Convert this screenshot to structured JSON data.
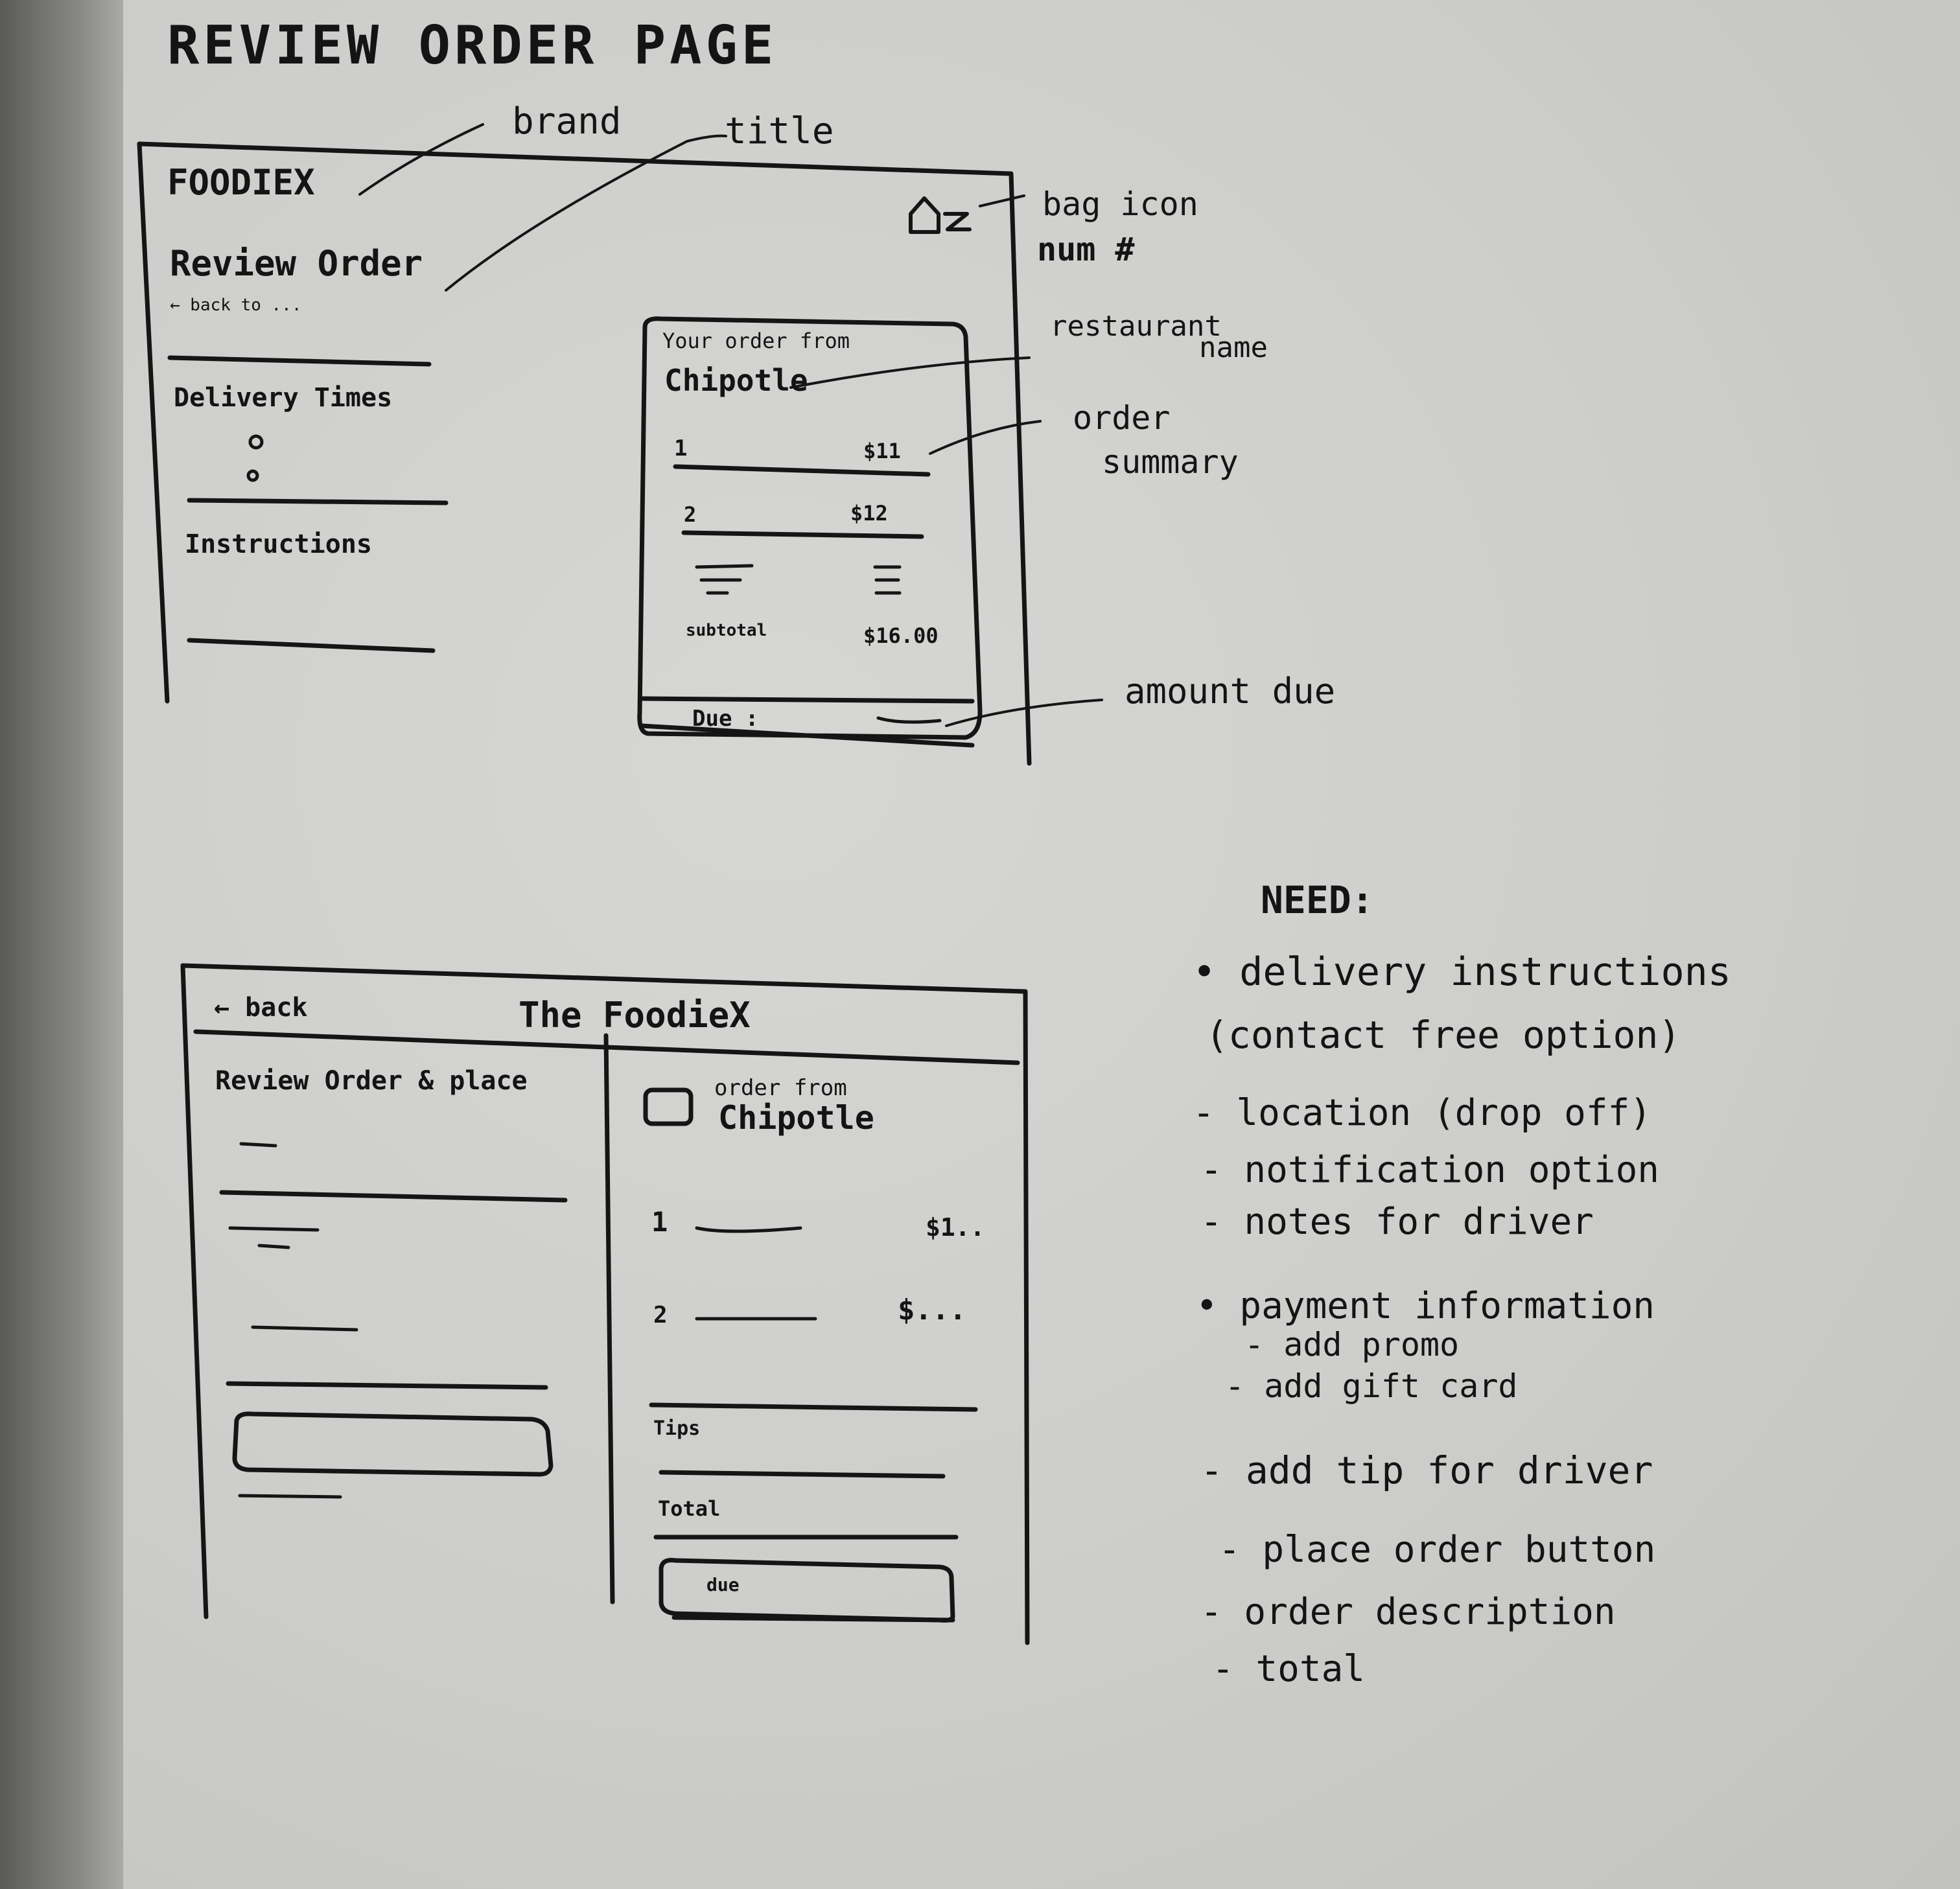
{
  "page_title": "REVIEW ORDER PAGE",
  "sketch1": {
    "brand": "FOODIEX",
    "title": "Review Order",
    "back_link": "← back to ...",
    "delivery_times": "Delivery Times",
    "instructions": "Instructions",
    "order_from": "Your order from",
    "restaurant": "Chipotle",
    "item1_qty": "1",
    "item1_price": "$11",
    "item2_qty": "2",
    "item2_price": "$12",
    "subtotal_label": "subtotal",
    "subtotal_value": "$16.00",
    "due_label": "Due :"
  },
  "annotations": {
    "brand": "brand",
    "title": "title",
    "bag_icon": "bag icon",
    "num": "num #",
    "restaurant_name_1": "restaurant",
    "restaurant_name_2": "name",
    "order_summary_1": "order",
    "order_summary_2": "summary",
    "amount_due": "amount due"
  },
  "sketch2": {
    "back": "← back",
    "brand": "The FoodieX",
    "heading": "Review Order & place",
    "order_from": "order from",
    "restaurant": "Chipotle",
    "item1_qty": "1",
    "item1_price": "$1..",
    "item2_qty": "2",
    "item2_price": "$...",
    "tips": "Tips",
    "total": "Total",
    "button": "due"
  },
  "needs": {
    "heading": "NEED:",
    "items": [
      "• delivery instructions",
      "(contact free option)",
      "- location (drop off)",
      "- notification option",
      "- notes for driver",
      "• payment information",
      "- add promo",
      "- add gift card",
      "- add tip for driver",
      "- place order button",
      "- order description",
      "- total"
    ]
  },
  "icons": {
    "bag": "bag-icon",
    "checkbox": "checkbox-icon"
  }
}
